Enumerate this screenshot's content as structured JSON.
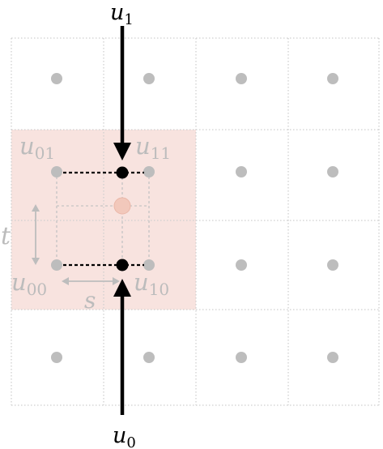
{
  "labels": {
    "u1": {
      "base": "u",
      "sub": "1"
    },
    "u0": {
      "base": "u",
      "sub": "0"
    },
    "u01": {
      "base": "u",
      "sub": "01"
    },
    "u11": {
      "base": "u",
      "sub": "11"
    },
    "u00": {
      "base": "u",
      "sub": "00"
    },
    "u10": {
      "base": "u",
      "sub": "10"
    },
    "s": "s",
    "t": "t"
  },
  "grid": {
    "rows": 4,
    "cols": 4
  },
  "colors": {
    "grid_line": "#c8c8c8",
    "grid_dot": "#bdbdbd",
    "highlight_fill": "#f8e3df",
    "sample_point": "#f2c8bb",
    "label_gray": "#bcbcbc",
    "black": "#000000"
  }
}
